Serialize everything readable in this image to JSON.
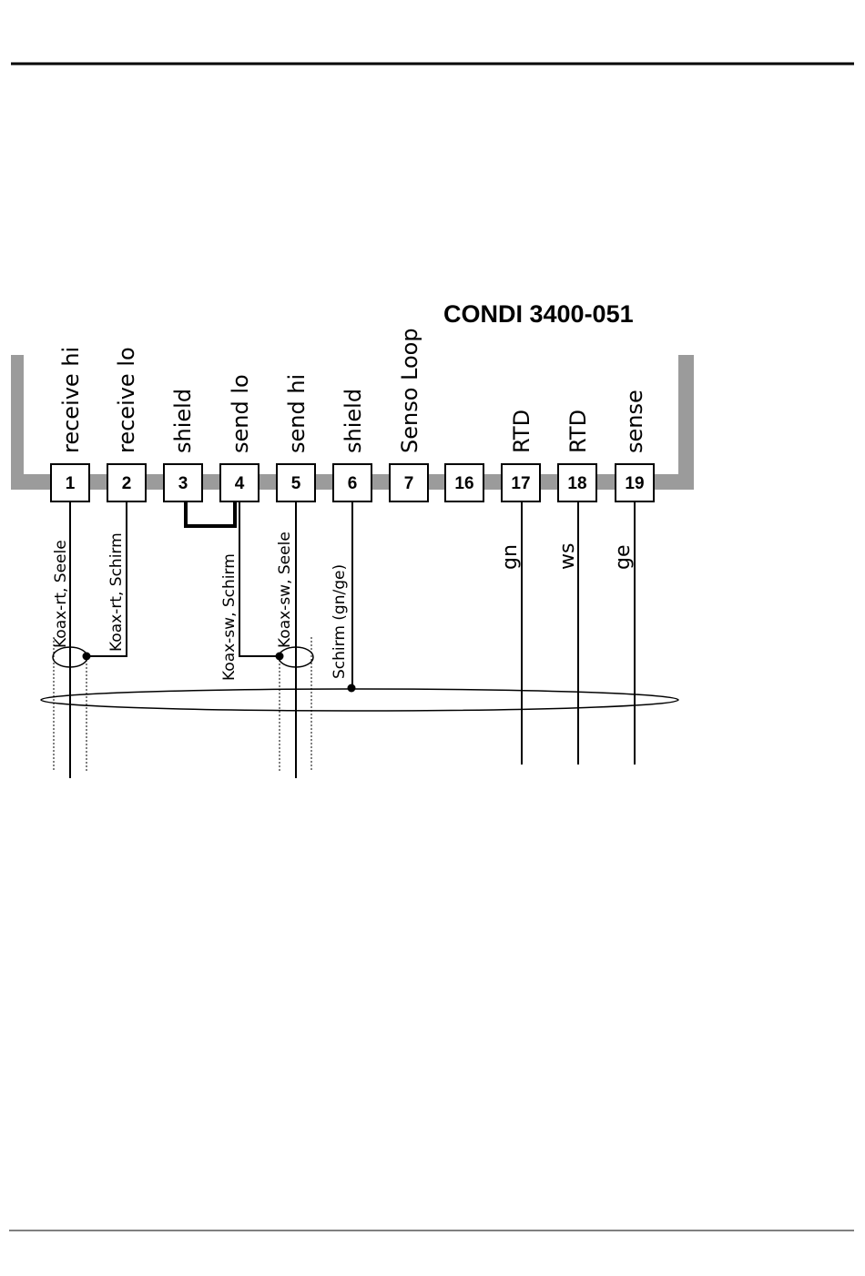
{
  "diagram": {
    "title": "CONDI 3400-051",
    "terminals": [
      {
        "number": "1",
        "label": "receive hi"
      },
      {
        "number": "2",
        "label": "receive lo"
      },
      {
        "number": "3",
        "label": "shield"
      },
      {
        "number": "4",
        "label": "send lo"
      },
      {
        "number": "5",
        "label": "send hi"
      },
      {
        "number": "6",
        "label": "shield"
      },
      {
        "number": "7",
        "label": "Senso Loop"
      },
      {
        "number": "16",
        "label": ""
      },
      {
        "number": "17",
        "label": "RTD"
      },
      {
        "number": "18",
        "label": "RTD"
      },
      {
        "number": "19",
        "label": "sense"
      }
    ],
    "wires": {
      "koax_rt_seele": "Koax-rt, Seele",
      "koax_rt_schirm": "Koax-rt, Schirm",
      "koax_sw_schirm": "Koax-sw, Schirm",
      "koax_sw_seele": "Koax-sw, Seele",
      "schirm": "Schirm (gn/ge)",
      "gn": "gn",
      "ws": "ws",
      "ge": "ge"
    },
    "colors": {
      "rail": "#9b9b9b",
      "line": "#000000"
    }
  }
}
